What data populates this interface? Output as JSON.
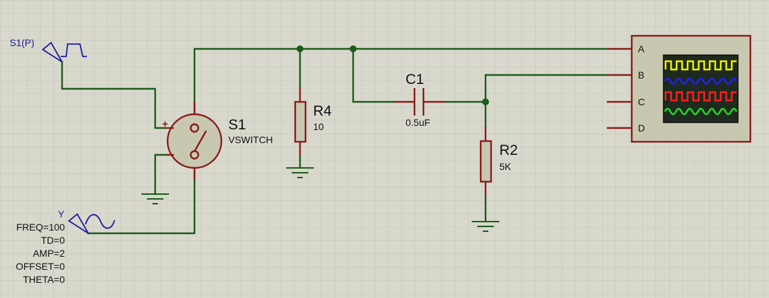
{
  "generators": {
    "s1p": {
      "label": "S1(P)"
    },
    "y": {
      "label": "Y",
      "params": [
        "FREQ=100",
        "TD=0",
        "AMP=2",
        "OFFSET=0",
        "THETA=0"
      ]
    }
  },
  "components": {
    "s1": {
      "ref": "S1",
      "value": "VSWITCH",
      "plus": "+"
    },
    "r4": {
      "ref": "R4",
      "value": "10"
    },
    "c1": {
      "ref": "C1",
      "value": "0.5uF"
    },
    "r2": {
      "ref": "R2",
      "value": "5K"
    }
  },
  "scope": {
    "channels": [
      "A",
      "B",
      "C",
      "D"
    ],
    "trace_colors": [
      "#f0f000",
      "#2020ff",
      "#ff2020",
      "#20e020"
    ]
  },
  "colors": {
    "background": "#d8d8cc",
    "grid": "#c2c2b6",
    "wire": "#1a5c1a",
    "component": "#8a1a1a",
    "component_fill": "#c8c8b0",
    "generator": "#1a1aa0"
  }
}
